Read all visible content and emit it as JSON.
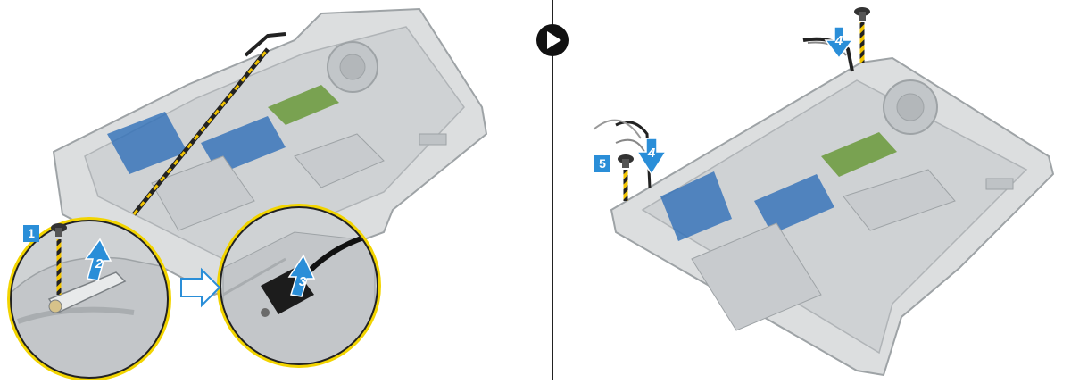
{
  "figure": {
    "background": "#ffffff",
    "colors": {
      "chassis_fill": "#dcdedf",
      "chassis_stroke": "#9ea3a6",
      "chassis_inner": "#c9cccf",
      "board_blue": "#2f6fb8",
      "board_green": "#6a9a3a",
      "callout_blue": "#2a8ed8",
      "zoom_ring": "#f2d400",
      "cable_black": "#222222",
      "cable_yellow": "#f2c400",
      "divider": "#222222"
    }
  },
  "left_panel": {
    "steps": [
      {
        "label": "1",
        "description": "screw"
      },
      {
        "label": "2",
        "description": "bracket-lift"
      },
      {
        "label": "3",
        "description": "connector-lift"
      }
    ],
    "zoom_views": 2
  },
  "transition": {
    "icon": "play-icon"
  },
  "right_panel": {
    "steps": [
      {
        "label": "4",
        "description": "route-cable-top"
      },
      {
        "label": "4",
        "description": "route-cable-left"
      },
      {
        "label": "5",
        "description": "screw-hinge"
      }
    ]
  }
}
